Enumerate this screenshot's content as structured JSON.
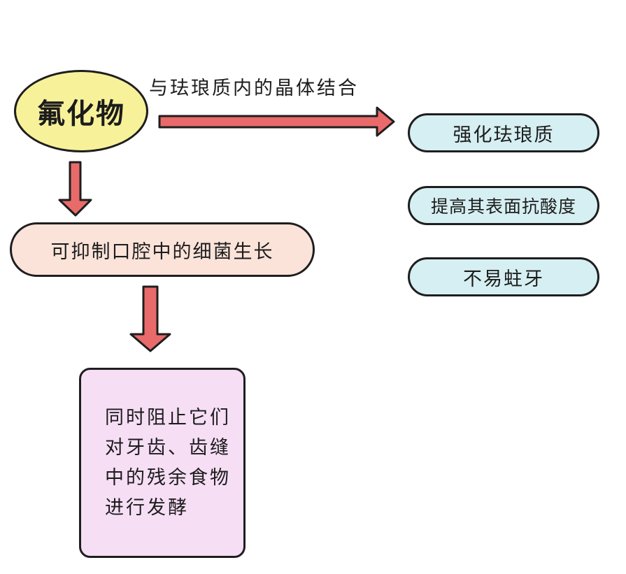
{
  "diagram": {
    "center_node": {
      "label": "氟化物"
    },
    "edge_label": "与珐琅质内的晶体结合",
    "left_chain": {
      "step1": "可抑制口腔中的细菌生长",
      "step2": "同时阻止它们对牙齿、齿缝中的残余食物进行发酵"
    },
    "results": [
      {
        "label": "强化珐琅质"
      },
      {
        "label": "提高其表面抗酸度"
      },
      {
        "label": "不易蛀牙"
      }
    ]
  },
  "colors": {
    "center_fill": "#f7f29a",
    "step1_fill": "#fbe3da",
    "step2_fill": "#f6def5",
    "result_fill": "#d6eff2",
    "arrow_fill": "#e96a6a",
    "outline": "#1e1e1e"
  }
}
